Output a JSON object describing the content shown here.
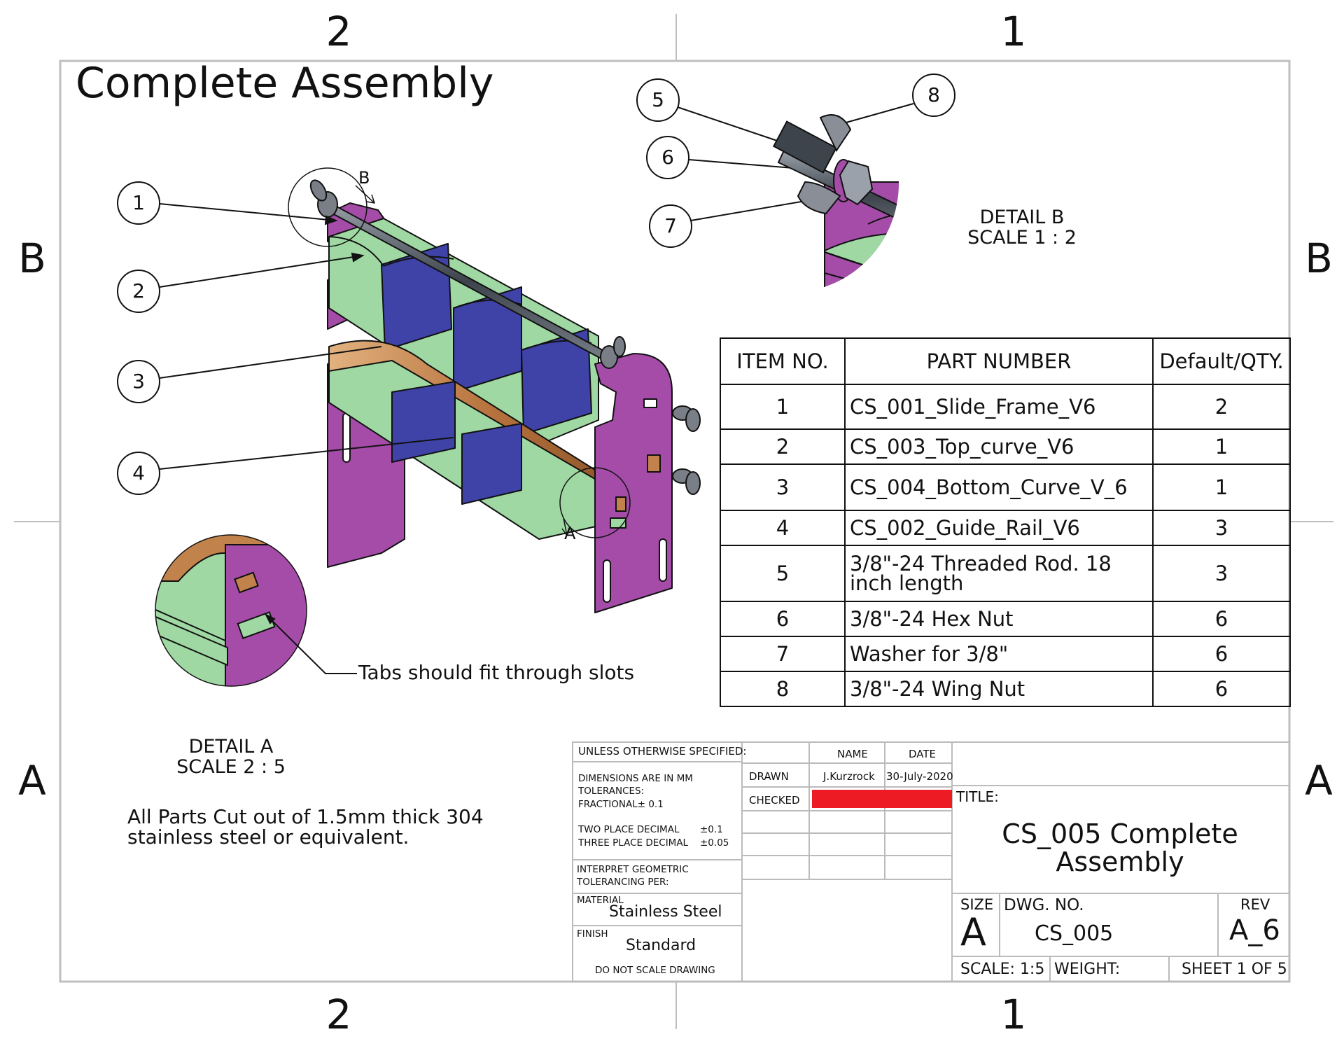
{
  "drawing_title": "Complete Assembly",
  "zones": {
    "top_left": "2",
    "top_right": "1",
    "bottom_left": "2",
    "bottom_right": "1",
    "left_upper": "B",
    "left_lower": "A",
    "right_upper": "B",
    "right_lower": "A"
  },
  "balloons": [
    "1",
    "2",
    "3",
    "4",
    "5",
    "6",
    "7",
    "8"
  ],
  "view_labels": {
    "detail_b_marker": "B",
    "detail_a_marker": "A"
  },
  "detail_b": {
    "title": "DETAIL B",
    "scale": "SCALE 1 : 2"
  },
  "detail_a": {
    "title": "DETAIL A",
    "scale": "SCALE 2 : 5"
  },
  "tab_note": "Tabs should fit through slots",
  "material_note": [
    "All Parts Cut out of 1.5mm thick 304",
    "stainless steel or equivalent."
  ],
  "bom": {
    "headers": [
      "ITEM NO.",
      "PART NUMBER",
      "Default/QTY."
    ],
    "rows": [
      {
        "item": "1",
        "part": "CS_001_Slide_Frame_V6",
        "qty": "2"
      },
      {
        "item": "2",
        "part": "CS_003_Top_curve_V6",
        "qty": "1"
      },
      {
        "item": "3",
        "part": "CS_004_Bottom_Curve_V_6",
        "qty": "1"
      },
      {
        "item": "4",
        "part": "CS_002_Guide_Rail_V6",
        "qty": "3"
      },
      {
        "item": "5",
        "part": "3/8\"-24 Threaded Rod. 18 inch length",
        "qty": "3"
      },
      {
        "item": "6",
        "part": "3/8\"-24 Hex Nut",
        "qty": "6"
      },
      {
        "item": "7",
        "part": "Washer for 3/8\"",
        "qty": "6"
      },
      {
        "item": "8",
        "part": "3/8\"-24 Wing Nut",
        "qty": "6"
      }
    ]
  },
  "title_block": {
    "unless": "UNLESS OTHERWISE SPECIFIED:",
    "dims": "DIMENSIONS ARE IN MM",
    "tol": "TOLERANCES:",
    "frac": "FRACTIONAL± 0.1",
    "two_place": "TWO PLACE DECIMAL",
    "two_place_val": "±0.1",
    "three_place": "THREE PLACE DECIMAL",
    "three_place_val": "±0.05",
    "interpret": "INTERPRET GEOMETRIC",
    "tolerancing": "TOLERANCING PER:",
    "material_label": "MATERIAL",
    "material": "Stainless Steel",
    "finish_label": "FINISH",
    "finish": "Standard",
    "do_not_scale": "DO NOT SCALE DRAWING",
    "name_hdr": "NAME",
    "date_hdr": "DATE",
    "drawn_label": "DRAWN",
    "drawn_name": "J.Kurzrock",
    "drawn_date": "30-July-2020",
    "checked_label": "CHECKED",
    "title_label": "TITLE:",
    "title_line1": "CS_005 Complete",
    "title_line2": "Assembly",
    "size_label": "SIZE",
    "size": "A",
    "dwg_label": "DWG.  NO.",
    "dwg_no": "CS_005",
    "rev_label": "REV",
    "rev": "A_6",
    "scale": "SCALE: 1:5",
    "weight": "WEIGHT:",
    "sheet": "SHEET 1 OF 5"
  },
  "colors": {
    "frame": "#a44ca8",
    "guide": "#9fd8a3",
    "blue_panel": "#3f43a8",
    "copper": "#c2824c",
    "rod": "#555c66",
    "redaction": "#ed1c24"
  }
}
